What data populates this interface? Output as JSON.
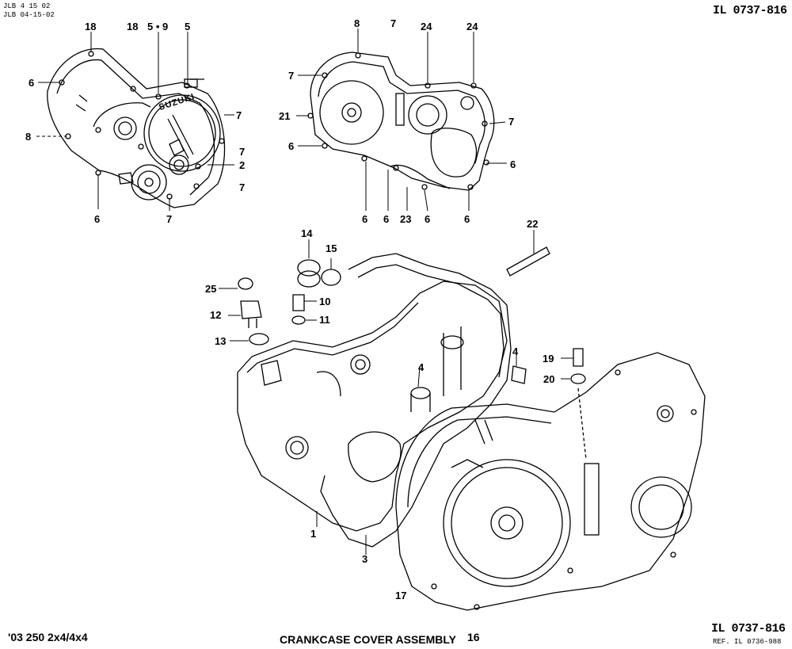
{
  "header": {
    "doc_code_1": "JLB 4 15 02",
    "doc_code_2": "JLB 04-15-02",
    "illustration_id": "IL 0737-816"
  },
  "callouts": {
    "c18a": "18",
    "c18b": "18",
    "c59": "5 • 9",
    "c5": "5",
    "c6_left": "6",
    "c8_left": "8",
    "c6_bl": "6",
    "c7_b": "7",
    "c7_r1": "7",
    "c7_r2": "7",
    "c2": "2",
    "c7_r3": "7",
    "c8_top": "8",
    "c7_top": "7",
    "c24a": "24",
    "c24b": "24",
    "c7_l": "7",
    "c21": "21",
    "c6_l": "6",
    "c7_rc": "7",
    "c6_rc": "6",
    "c6_b1": "6",
    "c6_b2": "6",
    "c23": "23",
    "c6_b3": "6",
    "c6_b4": "6",
    "c14": "14",
    "c15": "15",
    "c22": "22",
    "c25": "25",
    "c10": "10",
    "c12": "12",
    "c11": "11",
    "c13": "13",
    "c4a": "4",
    "c4b": "4",
    "c19": "19",
    "c20": "20",
    "c1": "1",
    "c3": "3",
    "c17": "17"
  },
  "logo_text": "SUZUKI",
  "footer": {
    "model": "'03 250 2x4/4x4",
    "title": "CRANKCASE COVER ASSEMBLY",
    "page": "16",
    "illustration_id": "IL 0737-816",
    "ref": "REF. IL 0736-988"
  }
}
